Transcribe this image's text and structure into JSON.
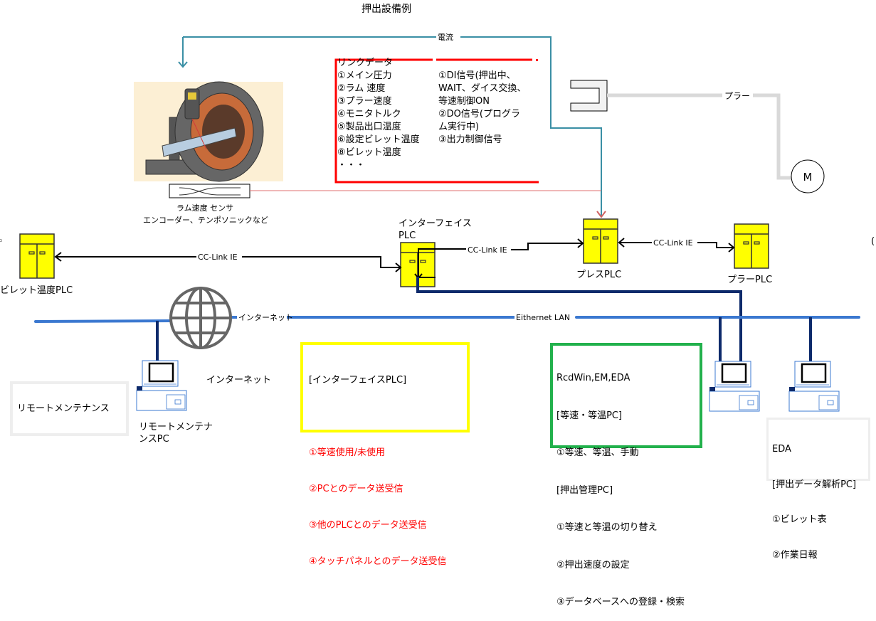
{
  "title": "押出設備例",
  "colors": {
    "current_line": "#3a8fa5",
    "ethernet_line": "#3b78d0",
    "lan_drop": "#0d2a6b",
    "plc_fill": "#ffff00",
    "link_box_border": "#ff0000",
    "interface_box_border": "#ffff00",
    "pc_box_border": "#22b14c",
    "puller_line": "#d9d9d9",
    "sensor_line": "#e07070"
  },
  "labels": {
    "current": "電流",
    "puller": "プラー",
    "motor": "M",
    "cc_link_1": "CC-Link IE",
    "cc_link_2": "CC-Link IE",
    "cc_link_3": "CC-Link IE",
    "internet_line": "インターネット",
    "internet_text": "インターネット",
    "ethernet": "Eithernet  LAN",
    "sensor_line1": "ラム速度 センサ",
    "sensor_line2": "エンコーダー、テンポソニックなど"
  },
  "plcs": {
    "billet_temp": "ビレット温度PLC",
    "interface_line1": "インターフェイス",
    "interface_line2": "PLC",
    "press": "プレスPLC",
    "puller": "プラーPLC"
  },
  "link_data": {
    "heading": "リンクデータ",
    "left": [
      "①メイン圧力",
      "②ラム 速度",
      "③プラー速度",
      "④モニタトルク",
      "⑤製品出口温度",
      "⑥設定ビレット温度",
      "⑧ビレット温度",
      "・・・"
    ],
    "right": [
      "①DI信号(押出中、",
      "WAIT、ダイス交換、",
      "等速制御ON",
      "②DO信号(プログラ",
      "ム実行中)",
      "③出力制御信号"
    ]
  },
  "interface_box": {
    "heading": "[インターフェイスPLC]",
    "items": [
      "①等速使用/未使用",
      "②PCとのデータ送受信",
      "③他のPLCとのデータ送受信",
      "④タッチパネルとのデータ送受信"
    ]
  },
  "pc_box": {
    "lines": [
      "RcdWin,EM,EDA",
      "[等速・等温PC]",
      "①等速、等温、手動",
      "[押出管理PC]",
      "①等速と等温の切り替え",
      "②押出速度の設定",
      "③データベースへの登録・検索"
    ]
  },
  "remote": {
    "box_label": "リモートメンテナンス",
    "pc_line1": "リモートメンテナ",
    "pc_line2": "ンスPC"
  },
  "eda_box": {
    "lines": [
      "EDA",
      "[押出データ解析PC]",
      "①ビレット表",
      "②作業日報"
    ]
  }
}
